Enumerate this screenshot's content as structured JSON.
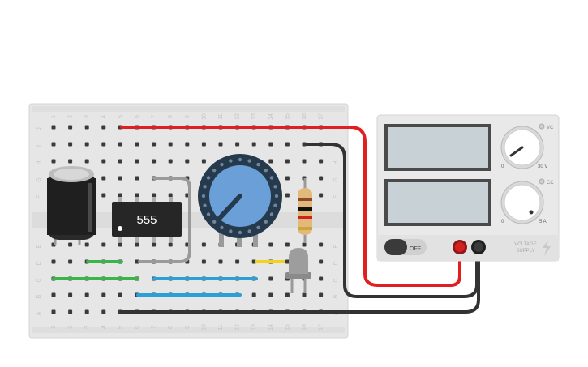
{
  "breadboard": {
    "columns": [
      "1",
      "2",
      "3",
      "4",
      "5",
      "6",
      "7",
      "8",
      "9",
      "10",
      "11",
      "12",
      "13",
      "14",
      "15",
      "16",
      "17"
    ],
    "rows_top": [
      "J",
      "I",
      "H",
      "G",
      "F"
    ],
    "rows_bottom": [
      "E",
      "D",
      "C",
      "B",
      "A"
    ]
  },
  "ic": {
    "label": "555"
  },
  "power_supply": {
    "power_switch_label": "OFF",
    "voltage_indicator": "VC",
    "current_indicator": "CC",
    "voltage_min": "0",
    "voltage_max": "30 V",
    "current_min": "0",
    "current_max": "5 A",
    "brand_line1": "VOLTAGE",
    "brand_line2": "SUPPLY"
  },
  "colors": {
    "wire_red": "#e02020",
    "wire_black": "#333333",
    "wire_green": "#3bb54a",
    "wire_blue": "#2a9fd8",
    "wire_yellow": "#f2d21b",
    "wire_gray": "#9a9a9a",
    "pot_knob": "#6a9fd8",
    "board": "#e6e6e6",
    "lcd": "#c8d2d6"
  }
}
